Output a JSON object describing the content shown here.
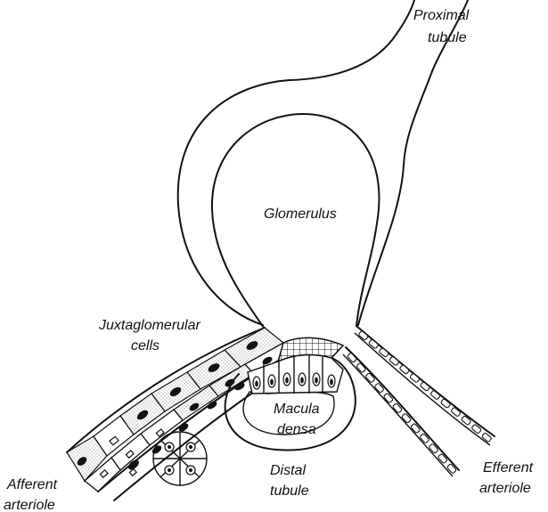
{
  "labels": {
    "proximal_tubule": [
      "Proximal",
      "tubule"
    ],
    "glomerulus": "Glomerulus",
    "juxtaglomerular_cells": [
      "Juxtaglomerular",
      "cells"
    ],
    "macula_densa": [
      "Macula",
      "densa"
    ],
    "distal_tubule": [
      "Distal",
      "tubule"
    ],
    "afferent_arteriole": [
      "Afferent",
      "arteriole"
    ],
    "efferent_arteriole": [
      "Efferent",
      "arteriole"
    ]
  },
  "colors": {
    "ink": "#111111",
    "background": "#ffffff",
    "stipple": "#8a8a8a"
  }
}
